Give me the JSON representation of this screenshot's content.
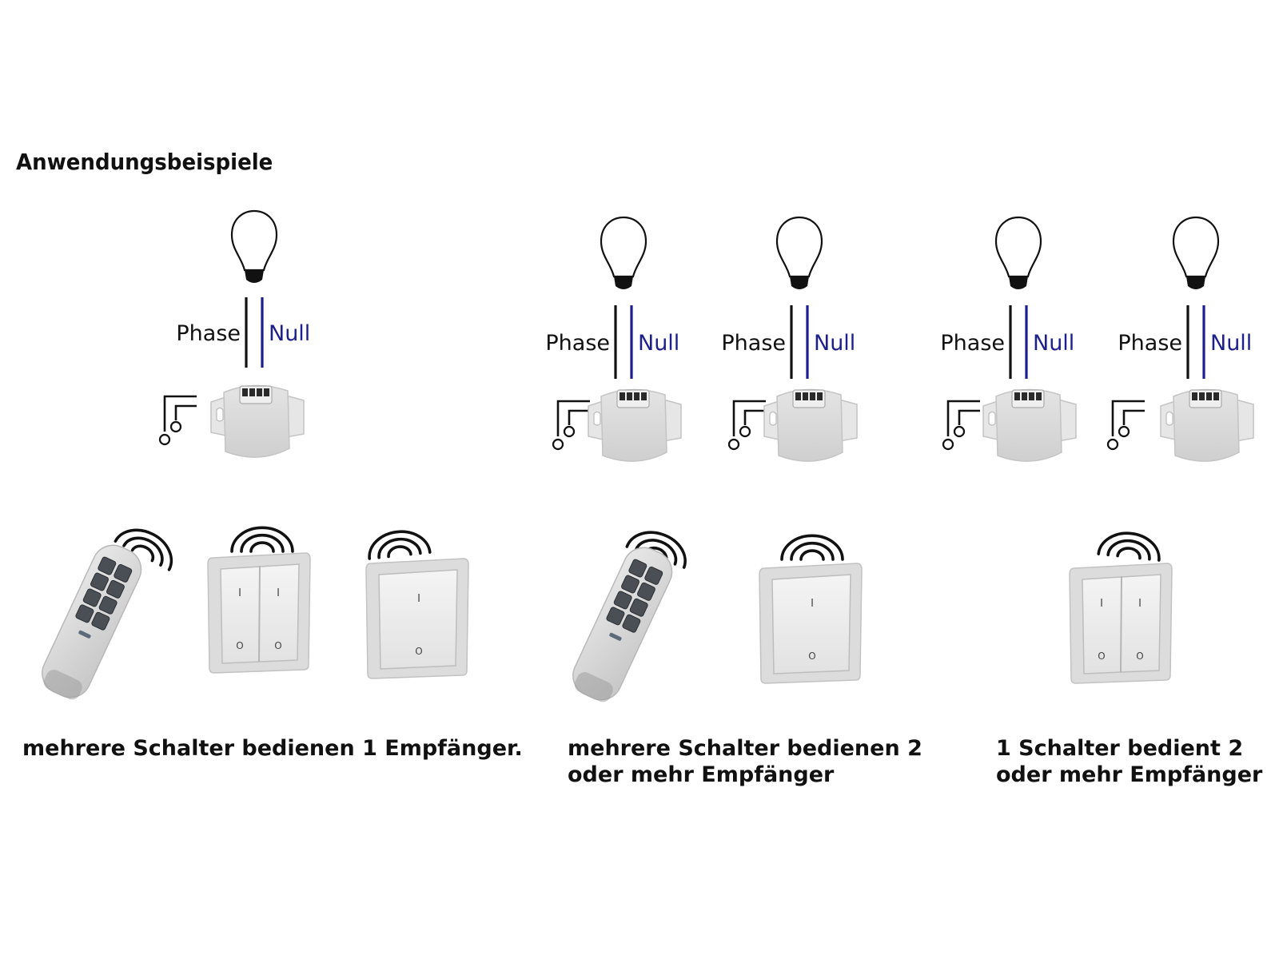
{
  "title": "Anwendungsbeispiele",
  "wire_labels": {
    "phase": "Phase",
    "null": "Null"
  },
  "colors": {
    "phase_wire": "#111111",
    "null_wire": "#1c1f8c",
    "device_body": "#d9d9d9",
    "device_edge": "#c4c4c4",
    "key_dark": "#4a4f56"
  },
  "icons": [
    "light-bulb-icon",
    "switch-contact-symbol-icon",
    "radio-waves-icon",
    "remote-control",
    "double-wall-switch",
    "single-wall-switch",
    "flush-mount-receiver"
  ],
  "switch_marks": {
    "on": "I",
    "off": "O"
  },
  "examples": [
    {
      "caption_lines": [
        "mehrere Schalter bedienen 1 Empfänger."
      ],
      "receivers": 1,
      "transmitters": [
        "remote",
        "double-switch",
        "single-switch"
      ]
    },
    {
      "caption_lines": [
        "mehrere Schalter bedienen 2",
        "oder mehr Empfänger"
      ],
      "receivers": 2,
      "transmitters": [
        "remote",
        "single-switch"
      ]
    },
    {
      "caption_lines": [
        "1 Schalter bedient 2",
        "oder mehr Empfänger"
      ],
      "receivers": 2,
      "transmitters": [
        "double-switch"
      ]
    }
  ]
}
